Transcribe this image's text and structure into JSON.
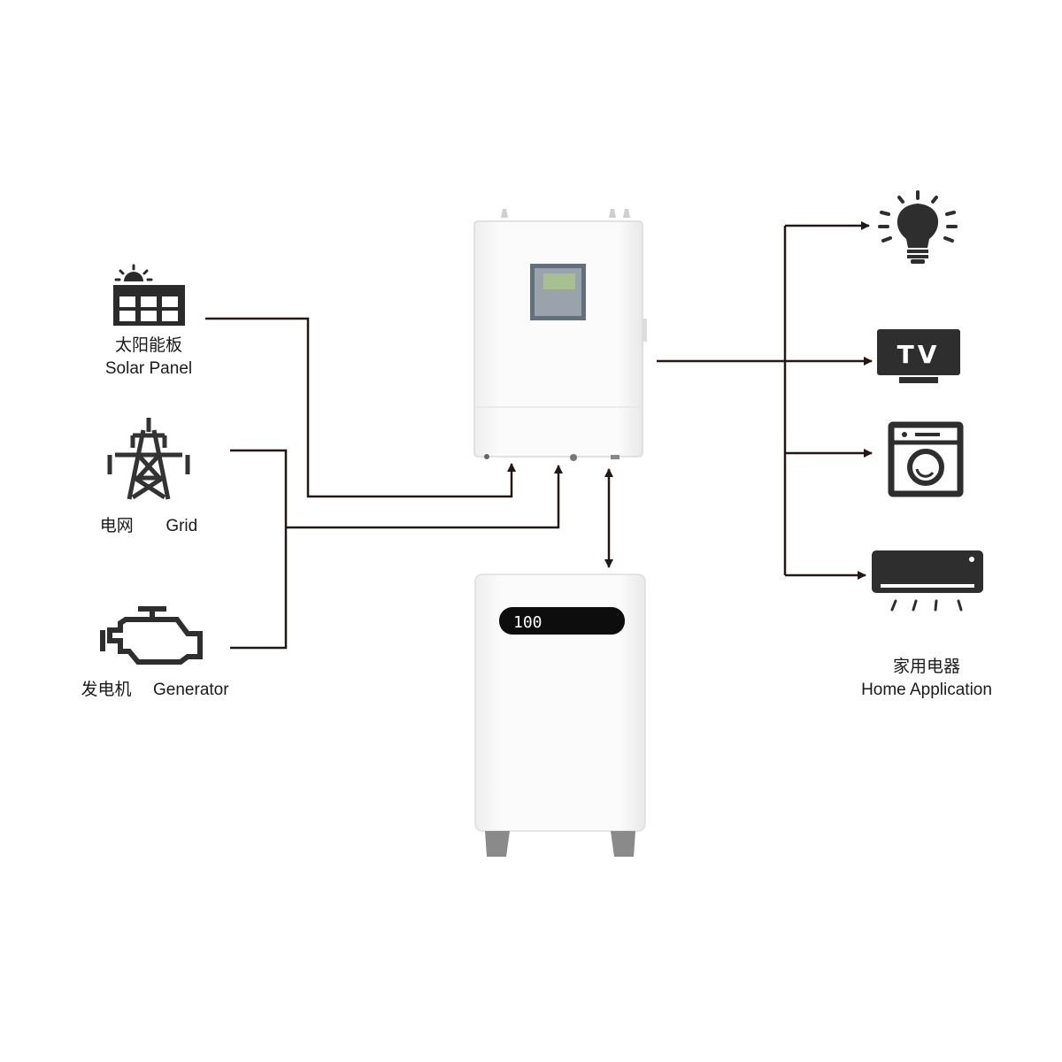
{
  "sources": {
    "solar": {
      "label_zh": "太阳能板",
      "label_en": "Solar Panel",
      "icon": "solar-panel-icon"
    },
    "grid": {
      "label_zh": "电网",
      "label_en": "Grid",
      "icon": "power-pylon-icon"
    },
    "generator": {
      "label_zh": "发电机",
      "label_en": "Generator",
      "icon": "engine-icon"
    }
  },
  "inverter": {
    "icon": "inverter-icon",
    "display": "lcd-screen"
  },
  "battery": {
    "display_value": "100",
    "icon": "battery-cabinet-icon"
  },
  "loads": {
    "items": [
      {
        "icon": "light-bulb-icon"
      },
      {
        "icon": "tv-icon",
        "text": "TV"
      },
      {
        "icon": "washing-machine-icon"
      },
      {
        "icon": "air-conditioner-icon"
      }
    ],
    "label_zh": "家用电器",
    "label_en": "Home Application"
  },
  "colors": {
    "line": "#231815",
    "icon": "#2b2b2b",
    "device": "#f4f4f4",
    "device_border": "#dcdcdc"
  }
}
